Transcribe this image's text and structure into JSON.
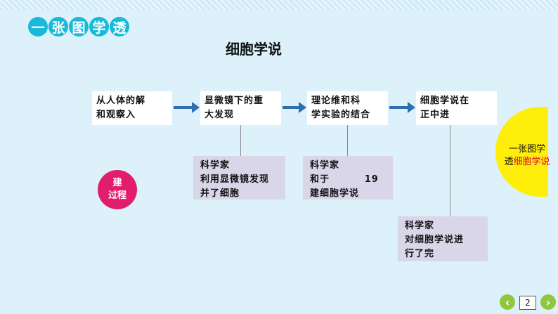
{
  "header": {
    "chips": [
      "一",
      "张",
      "图",
      "学",
      "透"
    ]
  },
  "page_title": "细胞学说",
  "flow": [
    {
      "line1": "从人体的解",
      "line2": "和观察入"
    },
    {
      "line1": "显微镜下的重",
      "line2": "大发现"
    },
    {
      "line1": "理论维和科",
      "line2": "学实验的结合"
    },
    {
      "line1": "细胞学说在",
      "line2": "正中进"
    }
  ],
  "notes": [
    {
      "lines": [
        "科学家",
        "利用显微镜发现",
        "并了细胞"
      ]
    },
    {
      "lines": [
        "科学家",
        "和于         19",
        "建细胞学说"
      ]
    },
    {
      "lines": [
        "科学家",
        "对细胞学说进",
        "行了完"
      ]
    }
  ],
  "build_label": {
    "line1": "建",
    "line2": "过程"
  },
  "side_label": {
    "line1": "一张图学",
    "line2_prefix": "透",
    "line2_highlight": "细胞学说"
  },
  "nav": {
    "prev": "‹",
    "page": "2",
    "next": "›"
  },
  "colors": {
    "accent": "#19b9d9",
    "arrow": "#2f6fb0",
    "build": "#e21e6c",
    "yellow": "#ffee0a",
    "nav": "#90c73e"
  }
}
